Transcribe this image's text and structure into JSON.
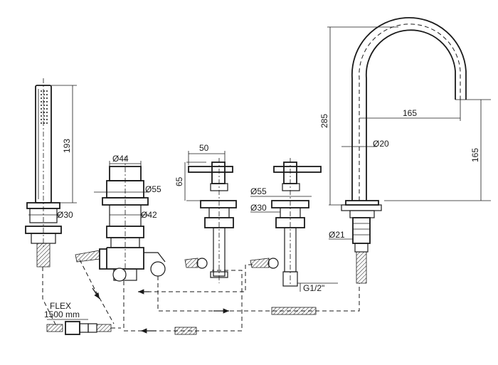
{
  "labels": {
    "shower_height": "193",
    "shower_diameter": "Ø30",
    "diverter_top": "Ø44",
    "diverter_ring": "Ø55",
    "diverter_body": "Ø42",
    "handle_length": "50",
    "handle_height": "65",
    "valve_ring": "Ø55",
    "valve_body": "Ø30",
    "connection": "G1/2\"",
    "spout_height": "285",
    "spout_reach": "165",
    "spout_drop": "165",
    "spout_tube": "Ø20",
    "spout_base": "Ø21",
    "flex_label": "FLEX",
    "flex_length": "1500 mm"
  },
  "colors": {
    "line": "#1a1a1a",
    "background": "#ffffff"
  }
}
